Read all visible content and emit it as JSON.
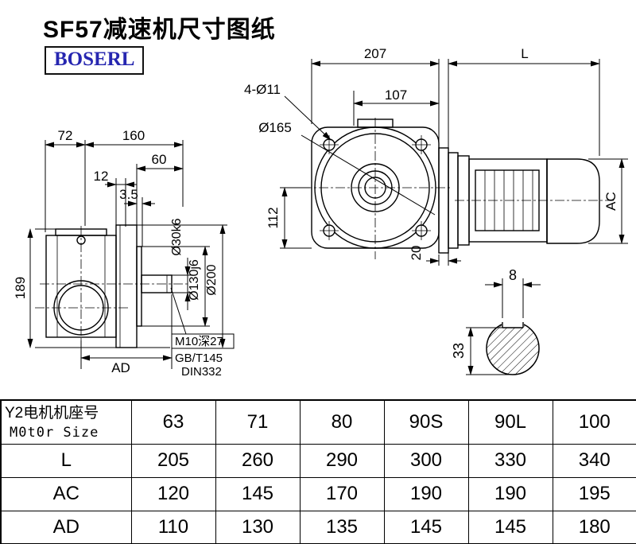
{
  "header": {
    "title": "SF57减速机尺寸图纸",
    "brand": "BOSERL"
  },
  "drawing": {
    "front_view": {
      "dim_207": "207",
      "dim_L": "L",
      "dim_holes": "4-Ø11",
      "dim_107": "107",
      "dim_165": "Ø165",
      "dim_112": "112",
      "dim_AC": "AC",
      "dim_20": "20"
    },
    "side_view": {
      "dim_72": "72",
      "dim_160": "160",
      "dim_60": "60",
      "dim_12": "12",
      "dim_3_5": "3.5",
      "dim_189": "189",
      "dim_AD": "AD",
      "dim_shaft": "Ø30k6",
      "dim_spigot": "Ø130j6",
      "dim_flange": "Ø200",
      "note_tap": "M10深27",
      "note_std1": "GB/T145",
      "note_std2": "DIN332"
    },
    "shaft_section": {
      "dim_8": "8",
      "dim_33": "33"
    }
  },
  "table": {
    "motor_header": {
      "line1": "Y2电机机座号",
      "line2": "M0t0r Size"
    },
    "sizes": [
      "63",
      "71",
      "80",
      "90S",
      "90L",
      "100"
    ],
    "rows": [
      {
        "label": "L",
        "values": [
          "205",
          "260",
          "290",
          "300",
          "330",
          "340"
        ]
      },
      {
        "label": "AC",
        "values": [
          "120",
          "145",
          "170",
          "190",
          "190",
          "195"
        ]
      },
      {
        "label": "AD",
        "values": [
          "110",
          "130",
          "135",
          "145",
          "145",
          "180"
        ]
      }
    ]
  }
}
